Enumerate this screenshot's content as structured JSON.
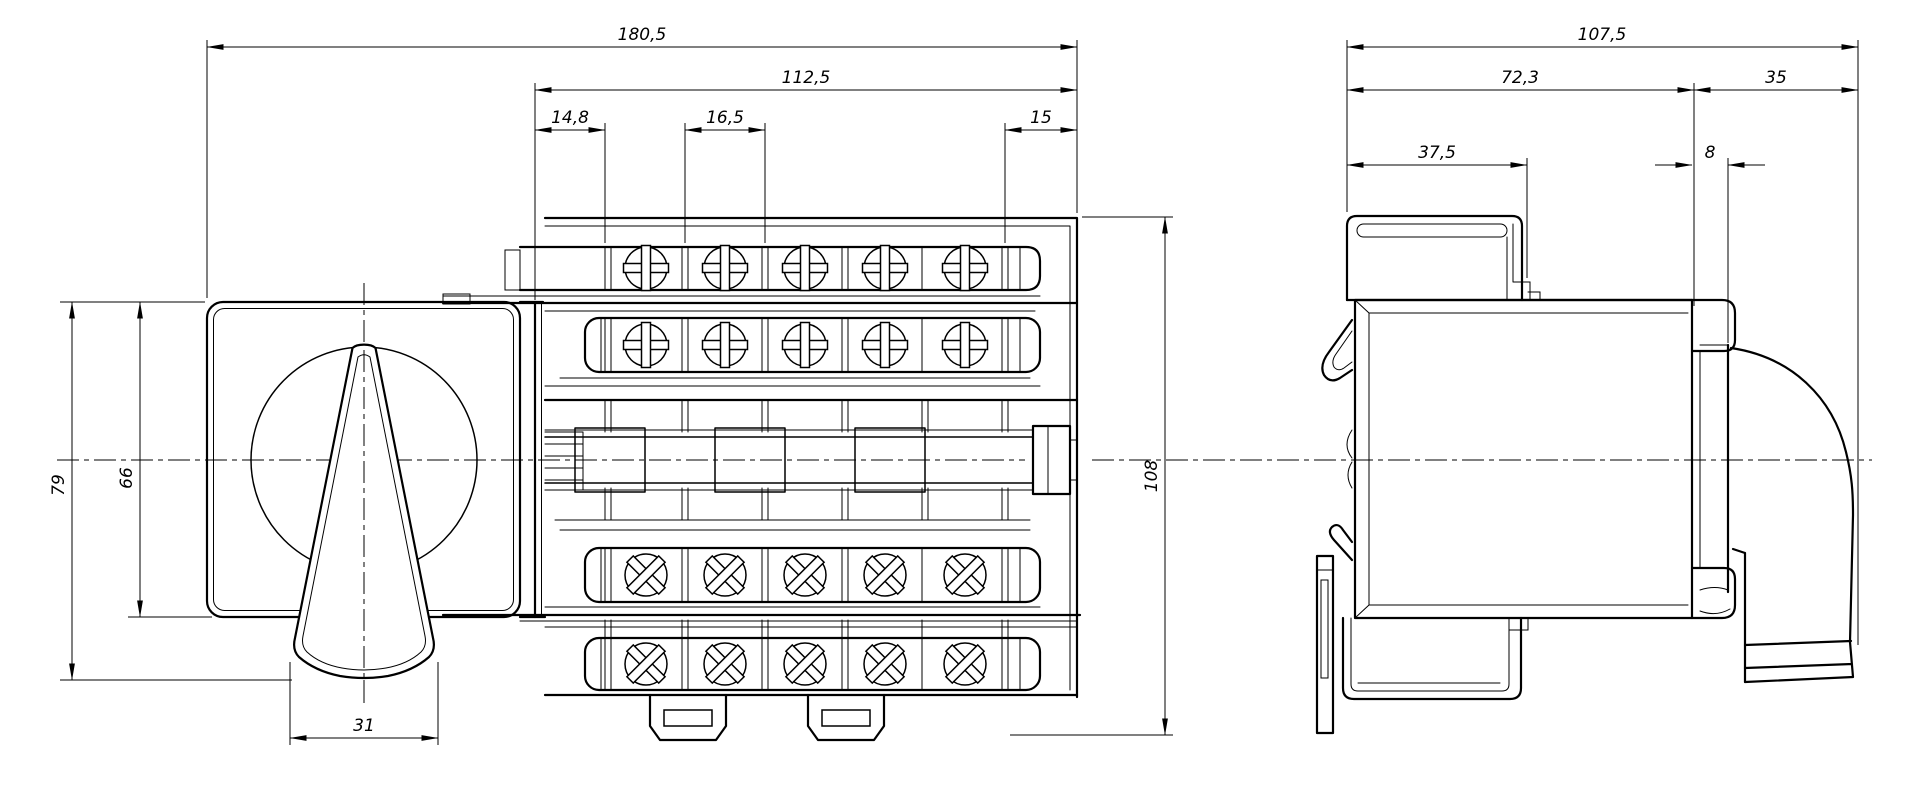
{
  "drawing": {
    "kind": "technical-dimension-drawing",
    "background_color": "#ffffff",
    "line_color": "#000000",
    "views": {
      "front_view": {
        "dims": {
          "overall_width": "180,5",
          "terminal_block_width": "112,5",
          "first_pole_offset": "14,8",
          "pole_pitch": "16,5",
          "right_end_offset": "15",
          "height_with_handle": "79",
          "front_plate_height": "66",
          "handle_width": "31",
          "body_height": "108"
        },
        "features": {
          "terminal_rows": 4,
          "poles_per_row": 5,
          "screw_style_upper_rows": "plus-slot",
          "screw_style_lower_rows": "cross-slot"
        }
      },
      "side_view": {
        "dims": {
          "overall_depth": "107,5",
          "body_depth": "72,3",
          "handle_depth": "35",
          "top_clip_depth": "37,5",
          "front_plate_thickness": "8"
        }
      }
    }
  }
}
